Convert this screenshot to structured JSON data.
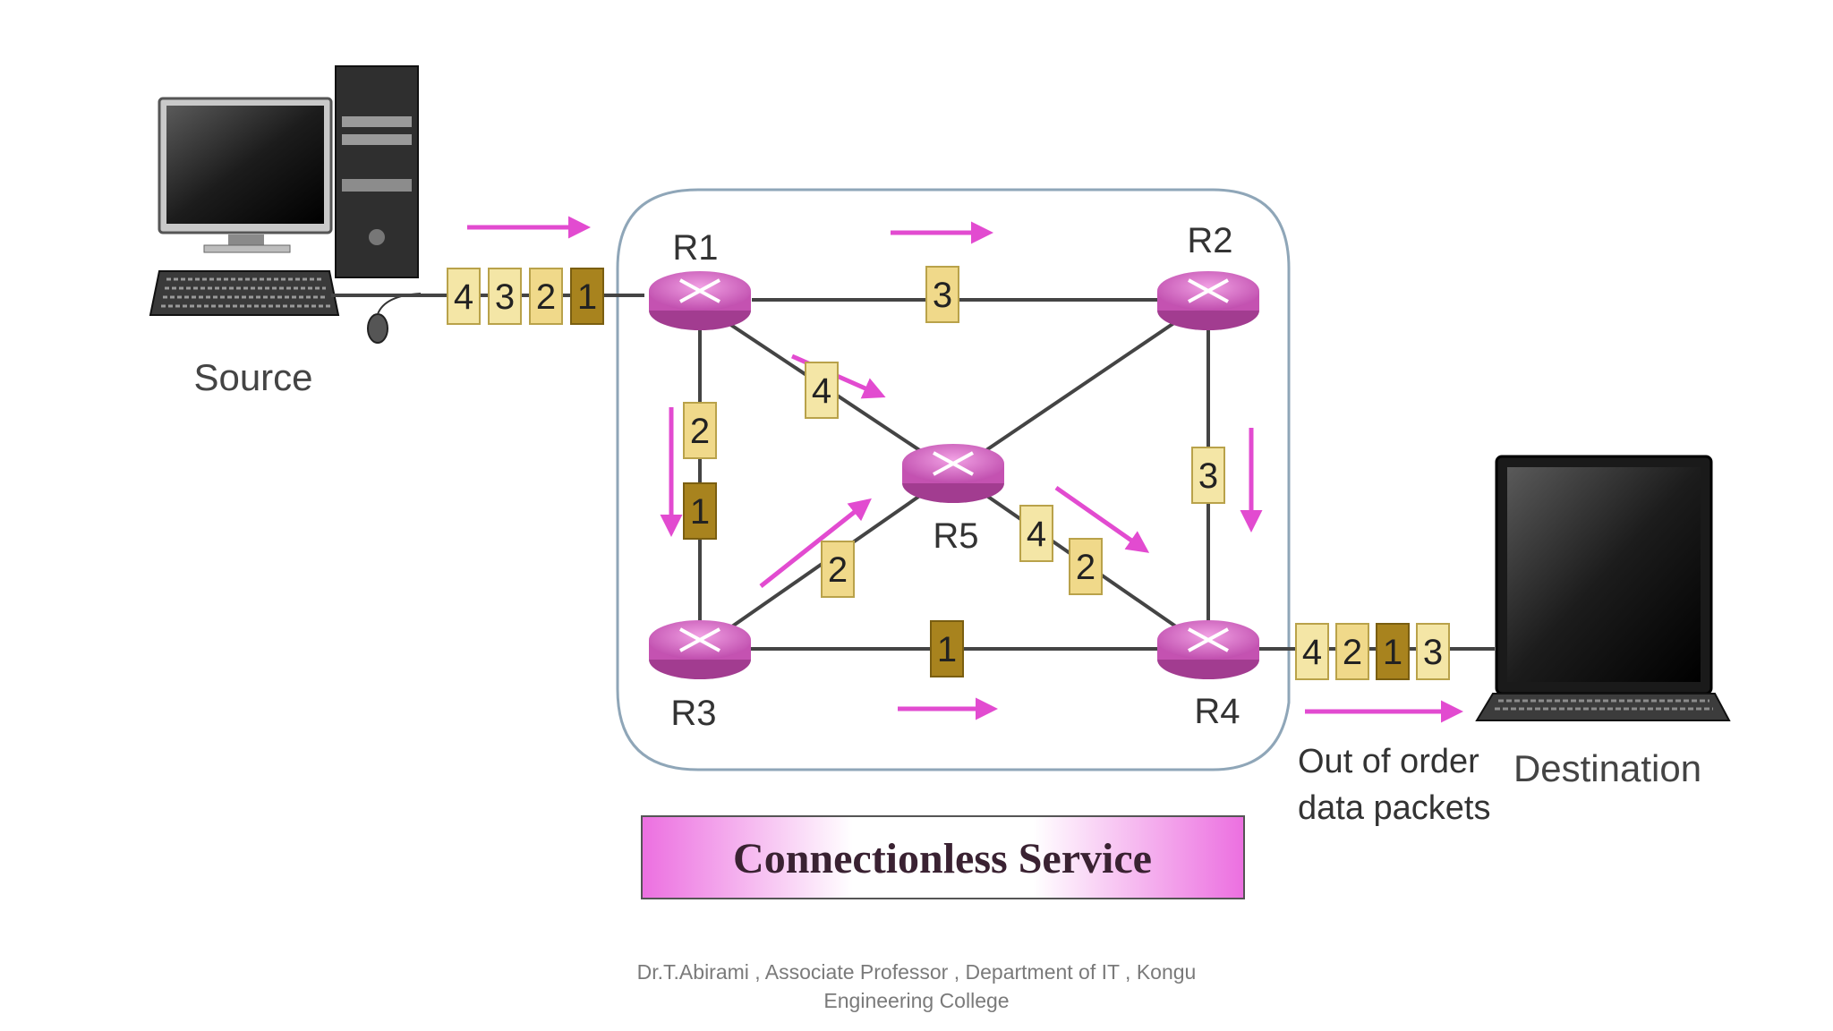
{
  "diagram": {
    "source_label": "Source",
    "destination_label": "Destination",
    "routers": {
      "r1": "R1",
      "r2": "R2",
      "r3": "R3",
      "r4": "R4",
      "r5": "R5"
    },
    "source_queue": [
      "4",
      "3",
      "2",
      "1"
    ],
    "link_packets": {
      "r1_r2": [
        "3"
      ],
      "r1_r5": [
        "4"
      ],
      "r1_r3": [
        "2",
        "1"
      ],
      "r3_r5": [
        "2"
      ],
      "r5_r4": [
        "4",
        "2"
      ],
      "r2_r4": [
        "3"
      ],
      "r3_r4": [
        "1"
      ]
    },
    "destination_queue": [
      "4",
      "2",
      "1",
      "3"
    ],
    "out_of_order_line1": "Out of order",
    "out_of_order_line2": "data packets",
    "title": "Connectionless Service",
    "colors": {
      "router": "#d65fc3",
      "arrow": "#e24bd0",
      "packet_light": "#f4e6a6",
      "packet_dark": "#a8831e",
      "cloud_border": "#8fa6b8"
    }
  },
  "footer": {
    "line1": "Dr.T.Abirami , Associate Professor , Department of IT , Kongu",
    "line2": "Engineering College"
  }
}
